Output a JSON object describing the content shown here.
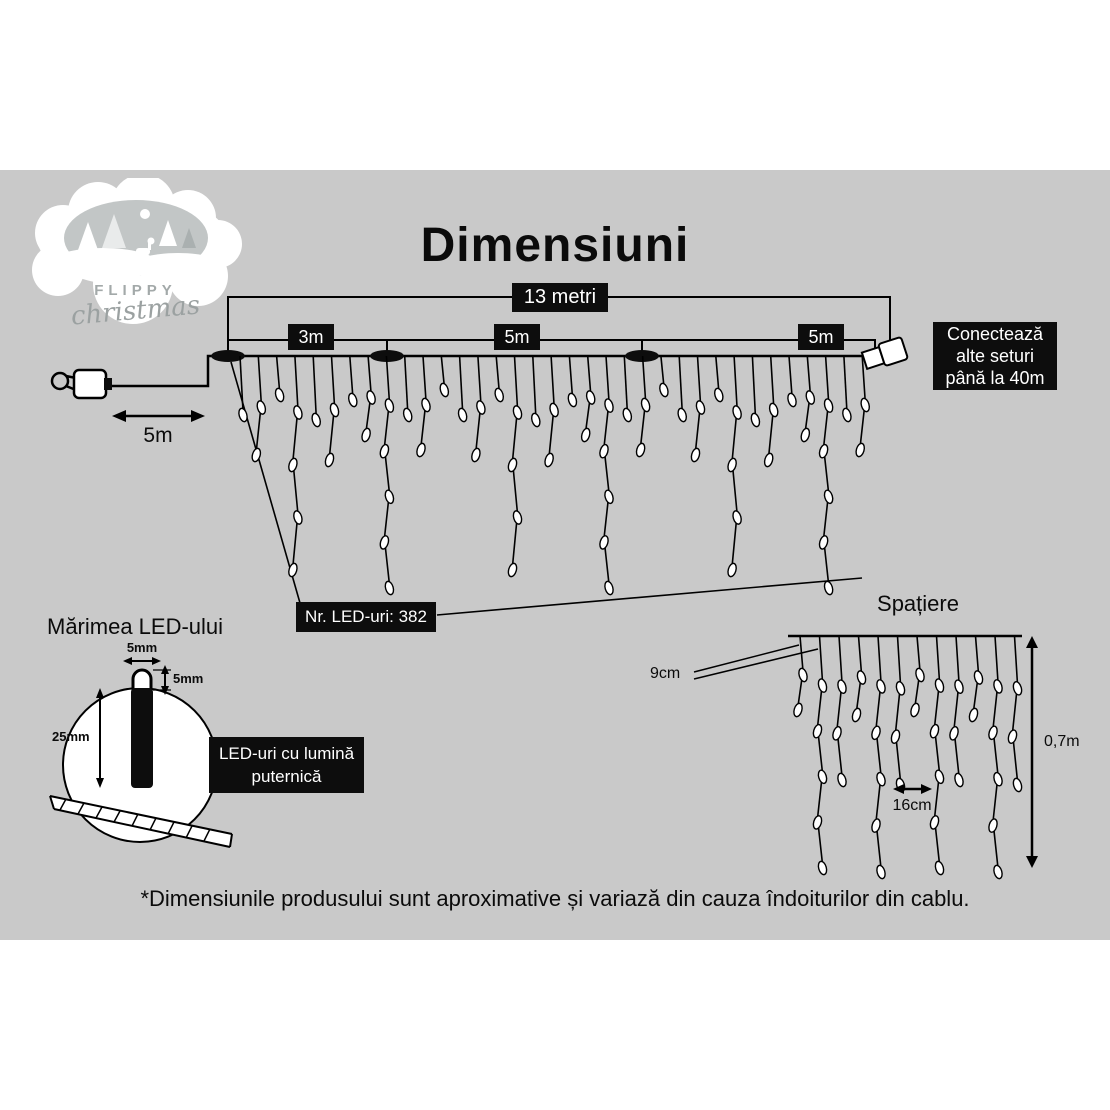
{
  "colors": {
    "band": "#c9c9c9",
    "box_bg": "#0d0d0d",
    "box_fg": "#ffffff",
    "ink": "#000000"
  },
  "logo": {
    "line1": "FLIPPY",
    "line2": "christmas"
  },
  "title": "Dimensiuni",
  "string_diagram": {
    "total_length": "13 metri",
    "segments": [
      "3m",
      "5m",
      "5m"
    ],
    "lead_length": "5m",
    "connector_note": [
      "Conectează",
      "alte seturi",
      "până la 40m"
    ],
    "led_count": "Nr. LED-uri: 382"
  },
  "led_size": {
    "title": "Mărimea LED-ului",
    "width": "5mm",
    "cap_height": "5mm",
    "body_length": "25mm",
    "note_line1": "LED-uri cu lumină",
    "note_line2": "puternică"
  },
  "spacing": {
    "title": "Spațiere",
    "drop_gap": "9cm",
    "bulb_gap": "16cm",
    "drop_height": "0,7m"
  },
  "footnote": "*Dimensiunile produsului sunt aproximative și variază din cauza îndoiturilor din cablu."
}
